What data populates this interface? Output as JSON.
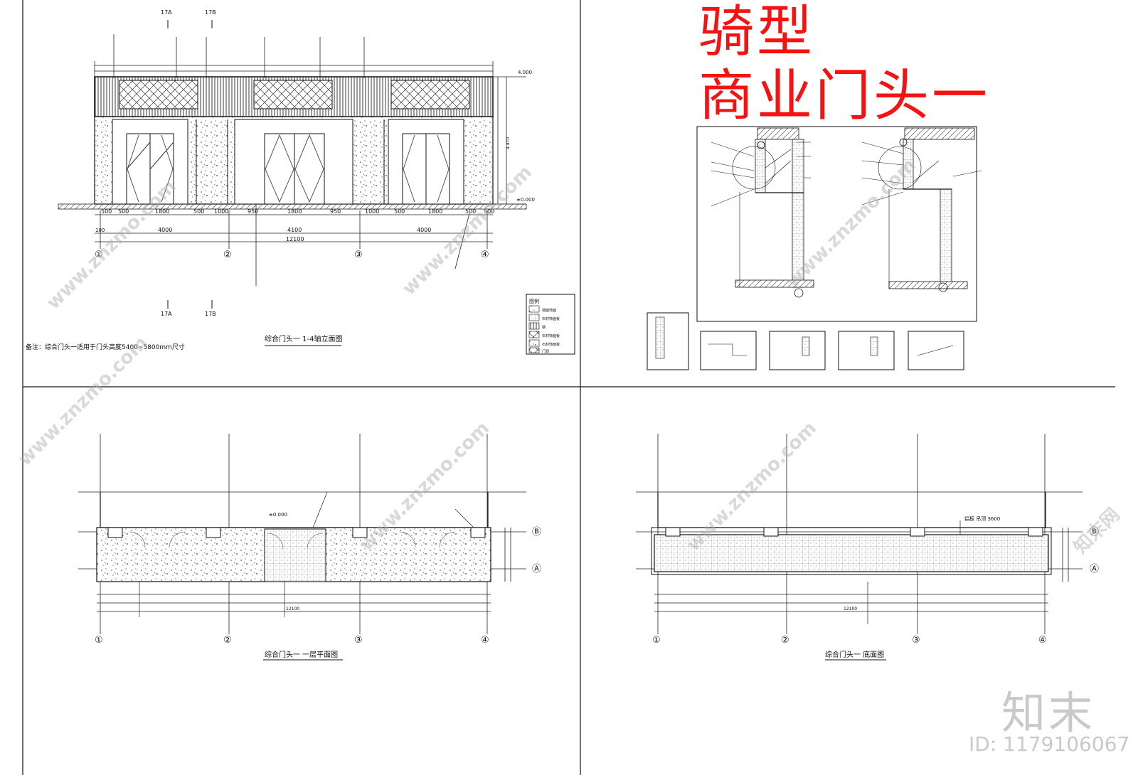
{
  "header": {
    "title_line1": "骑型",
    "title_line2": "商业门头一"
  },
  "watermark": {
    "brand": "知末",
    "id_text": "ID: 1179106067",
    "site": "www.znzmo.com",
    "site_cn": "知末网"
  },
  "elevation": {
    "section_marks": [
      "17A",
      "17B"
    ],
    "level_top": "4.000",
    "level_ground": "±0.000",
    "dims_row1": [
      "500",
      "500",
      "1800",
      "500",
      "1000",
      "950",
      "1800",
      "950",
      "1000",
      "500",
      "1800",
      "500",
      "500"
    ],
    "dims_row2": [
      "4000",
      "4100",
      "4000"
    ],
    "dims_total": "12100",
    "dim_edge": "100",
    "dim_right": "4.470",
    "axes": [
      "①",
      "②",
      "③",
      "④"
    ],
    "title": "综合门头一 1-4轴立面图",
    "note": "备注：综合门头一适用于门头高度5400~5800mm尺寸"
  },
  "legend": {
    "title": "图例",
    "items": [
      "墙面饰面",
      "石材饰面板",
      "钢",
      "石材饰面板",
      "石材饰面板",
      "门洞"
    ]
  },
  "plan": {
    "title": "综合门头一 一层平面图",
    "level": "±0.000",
    "axes": [
      "①",
      "②",
      "③",
      "④"
    ],
    "axes_row": [
      "Ⓑ",
      "Ⓐ"
    ],
    "dims_total": "12100"
  },
  "ceiling": {
    "title": "综合门头一 底面图",
    "note": "铝板 吊顶 3600",
    "axes": [
      "①",
      "②",
      "③",
      "④"
    ],
    "axes_row": [
      "Ⓑ",
      "Ⓐ"
    ],
    "dims_total": "12100"
  }
}
